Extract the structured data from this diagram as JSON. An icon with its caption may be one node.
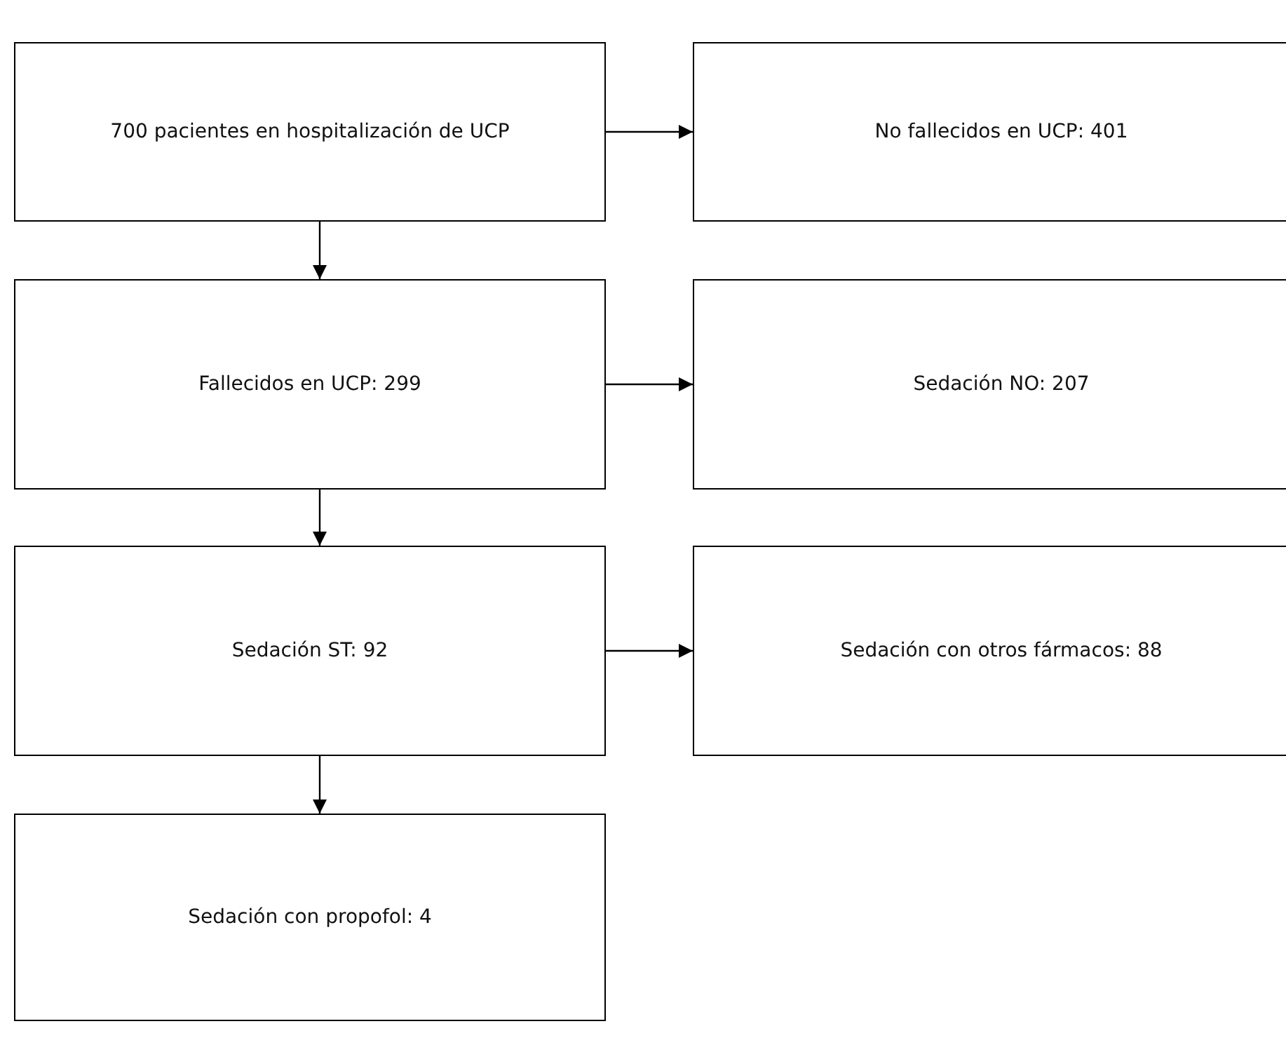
{
  "diagram": {
    "nodes": [
      {
        "text": [
          "700 pacientes en hospitalización de UCP"
        ]
      },
      {
        "text": [
          "No fallecidos en UCP: 401"
        ]
      },
      {
        "text": [
          "Fallecidos en UCP: 299"
        ]
      },
      {
        "text": [
          "Sedación NO: 207"
        ]
      },
      {
        "text": [
          "Sedación ST: 92"
        ]
      },
      {
        "text": [
          "Sedación con otros fármacos: 88"
        ]
      },
      {
        "text": [
          "Sedación con propofol: 4"
        ]
      }
    ],
    "edges": [
      {
        "from": 0,
        "to": 1,
        "arrow": "to"
      },
      {
        "from": 0,
        "to": 2,
        "arrow": "to"
      },
      {
        "from": 2,
        "to": 3,
        "arrow": "to"
      },
      {
        "from": 2,
        "to": 4,
        "arrow": "to"
      },
      {
        "from": 4,
        "to": 5,
        "arrow": "to"
      },
      {
        "from": 4,
        "to": 6,
        "arrow": "to"
      }
    ]
  }
}
